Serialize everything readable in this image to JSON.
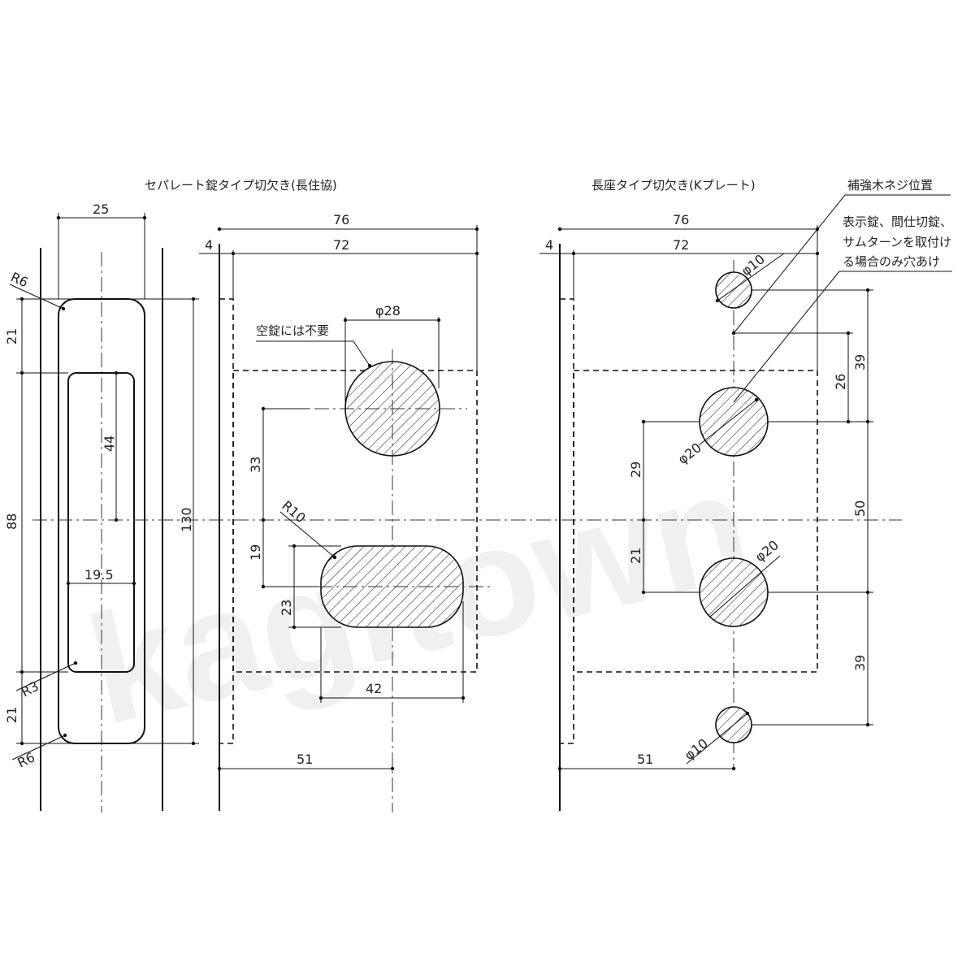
{
  "watermark": "kagitown",
  "left_section": {
    "title": "セパレート錠タイプ切欠き(長住協)",
    "faceplate": {
      "width": "25",
      "top": "21",
      "slot": "44",
      "mid": "88",
      "total": "130",
      "bottom": "21",
      "slot_width": "19.5",
      "r_top": "R6",
      "r_slot": "R3",
      "r_bottom": "R6"
    },
    "mortise": {
      "d76": "76",
      "d72": "72",
      "d4": "4",
      "phi28": "φ28",
      "note": "空錠には不要",
      "d33": "33",
      "d19": "19",
      "r10": "R10",
      "d23": "23",
      "d42": "42",
      "d51": "51"
    }
  },
  "right_section": {
    "title": "長座タイプ切欠き(Kプレート)",
    "note1": "補強木ネジ位置",
    "note2_lines": [
      "表示錠、間仕切錠、",
      "サムターンを取付け",
      "る場合のみ穴あけ"
    ],
    "d76": "76",
    "d72": "72",
    "d4": "4",
    "phi10_top": "φ10",
    "phi20_top": "φ20",
    "phi20_bottom": "φ20",
    "phi10_bottom": "φ10",
    "d39_top": "39",
    "d26": "26",
    "d29": "29",
    "d50": "50",
    "d21": "21",
    "d39_bottom": "39",
    "d51": "51"
  }
}
